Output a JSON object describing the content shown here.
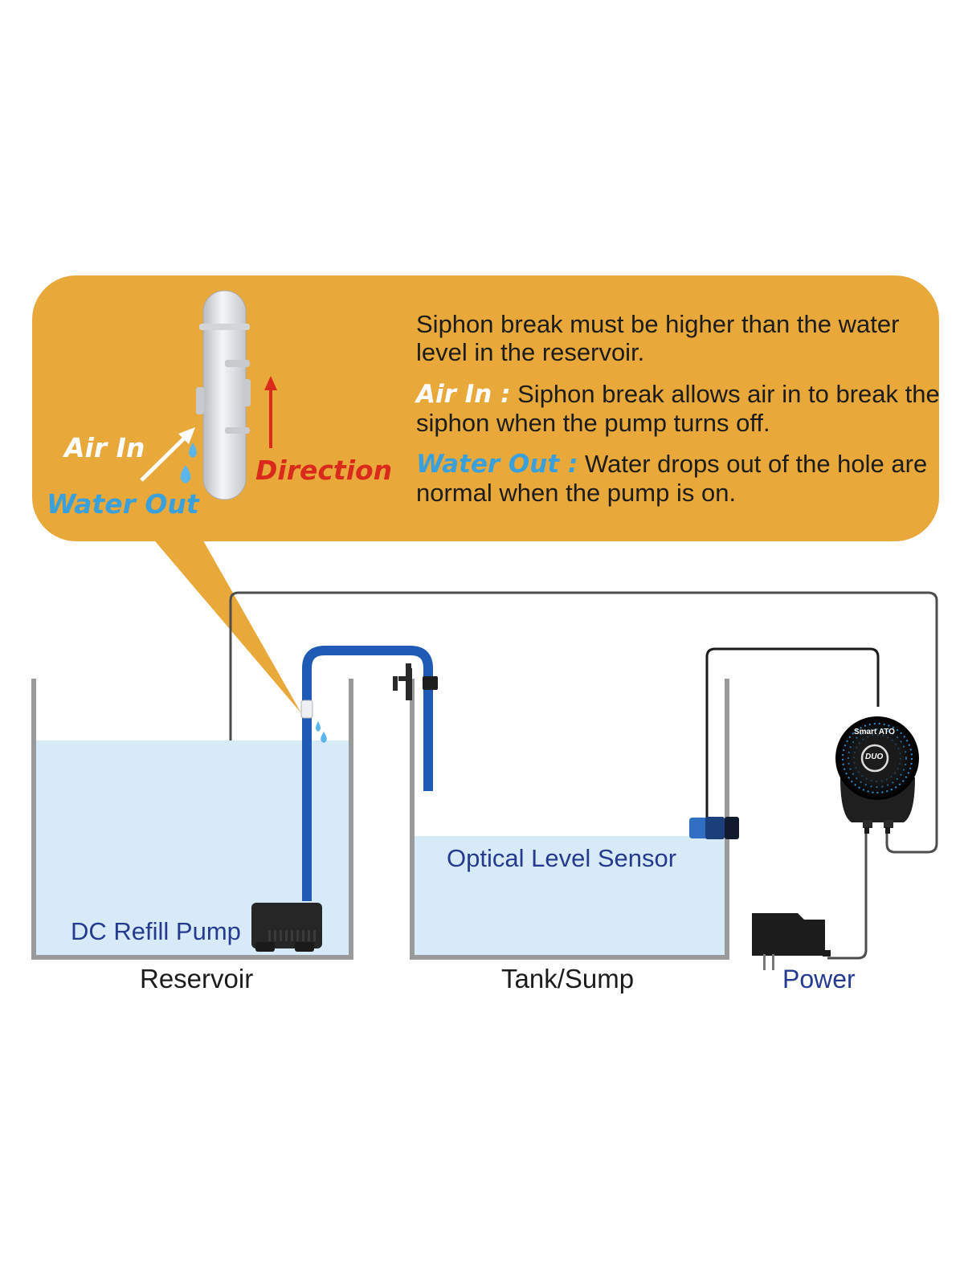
{
  "info_box": {
    "lead_text": "Siphon break must be higher than the water level in the reservoir.",
    "air_in_keyword": "Air In :",
    "air_in_text": "Siphon break allows air in to break the  siphon when the pump turns off.",
    "water_out_keyword": "Water Out :",
    "water_out_text": "Water drops out of the hole are normal when the pump is on.",
    "background_color": "#e9a83a"
  },
  "callouts": {
    "air_in": "Air In",
    "water_out": "Water Out",
    "direction": "Direction"
  },
  "components": {
    "pump_label": "DC Refill Pump",
    "sensor_label": "Optical Level Sensor",
    "reservoir_label": "Reservoir",
    "tank_label": "Tank/Sump",
    "power_label": "Power"
  },
  "controller": {
    "brand_text": "Smart ATO",
    "logo_text": "DUO"
  },
  "colors": {
    "water": "#d6eaf8",
    "tube": "#1f5bb5",
    "tank_wall": "#9a9a9a",
    "direction_arrow": "#d92a1c",
    "water_out": "#3aa0dc"
  }
}
